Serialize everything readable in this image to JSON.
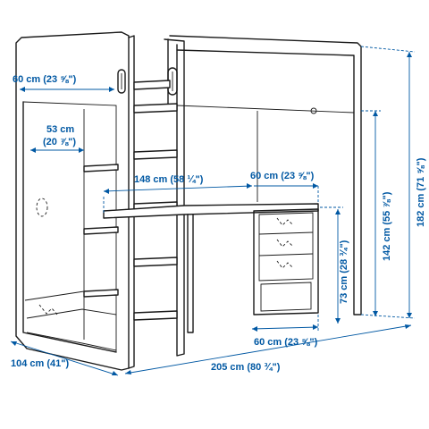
{
  "dimensions": {
    "wardrobe_width": "60 cm (23 ⅝\")",
    "wardrobe_inner_width": "53 cm",
    "wardrobe_inner_width_in": "(20 ⅞\")",
    "desk_width": "148 cm (58 ¼\")",
    "desk_depth": "60 cm (23 ⅝\")",
    "desk_height": "73 cm (28 ¾\")",
    "underbed_height": "142 cm (55 ⅞\")",
    "total_height": "182 cm (71 ⅝\")",
    "bottom_desk_depth": "60 cm (23 ⅝\")",
    "total_depth": "104 cm (41\")",
    "total_length": "205 cm (80 ¾\")"
  },
  "colors": {
    "dimension": "#0058a3",
    "line": "#1a1a1a",
    "background": "#ffffff"
  }
}
